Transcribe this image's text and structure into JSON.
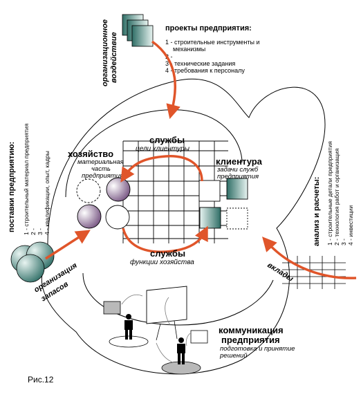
{
  "figure_caption": "Рис.12",
  "org_impact": {
    "line1": "организационное",
    "line2": "воздействие"
  },
  "projects": {
    "title": "проекты предприятия:",
    "items": [
      "1 - строительные инструменты и",
      "механизмы",
      "2 -",
      "3 - технические задания",
      "4 - требования к персоналу"
    ]
  },
  "supplies": {
    "title": "поставки предприятию:",
    "items": [
      "1 - строительный материал предприятия",
      "2 -",
      "3 -",
      "4 - квалификации, опыт, кадры"
    ]
  },
  "analysis": {
    "title": "анализ и расчеты:",
    "items": [
      "1 - строительные детали предприятия",
      "2 - технология работ и организация",
      "3 -",
      "4 - инвестиции"
    ]
  },
  "services_top": {
    "title": "службы",
    "subtitle": "цели клиентуры"
  },
  "economy": {
    "title": "хозяйство",
    "sub1": "материальная",
    "sub2": "часть",
    "sub3": "предприятия"
  },
  "clientele": {
    "title": "клиентура",
    "sub1": "задачи служб",
    "sub2": "предприятия"
  },
  "services_bottom": {
    "title": "службы",
    "subtitle": "функции хозяйства"
  },
  "stock_org": {
    "line1": "организация",
    "line2": "запасов"
  },
  "contributions": {
    "label": "вклады"
  },
  "communication": {
    "title1": "коммуникация",
    "title2": "предприятия",
    "sub1": "подготовка и принятие",
    "sub2": "решений"
  },
  "colors": {
    "arrow": "#e0552a",
    "teal_dark": "#2f6e66",
    "teal_light": "#cfe7e2",
    "purple": "#6e4a7a"
  }
}
